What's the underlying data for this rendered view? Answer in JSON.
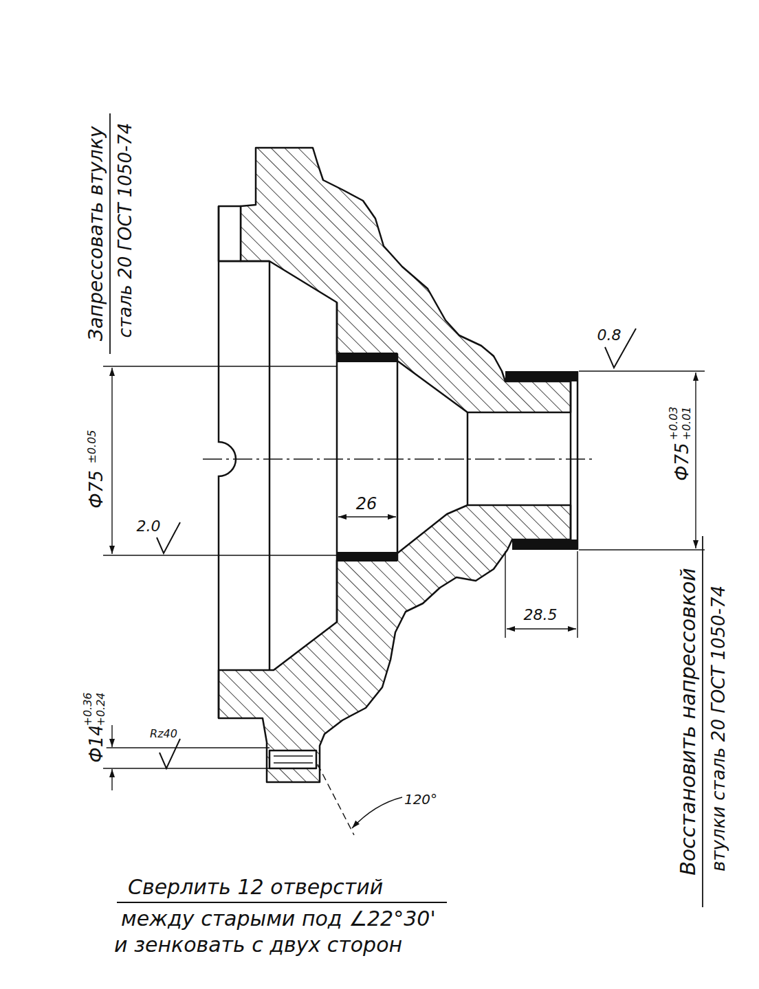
{
  "diagram": {
    "labels": [
      "Запрессовать втулку",
      "сталь 20 ГОСТ 1050-74",
      "0.8",
      "Ф75",
      "±0.05",
      "2.0",
      "26",
      "28.5",
      "Ф75",
      "+0.03",
      "+0.01",
      "Восстановить напрессовкой",
      "втулки сталь 20 ГОСТ 1050-74",
      "Ф14",
      "+0.36",
      "+0.24",
      "Rz40",
      "120°",
      "Сверлить 12 отверстий",
      "между старыми под ∠22°30'",
      "и зенковать с двух сторон"
    ]
  }
}
